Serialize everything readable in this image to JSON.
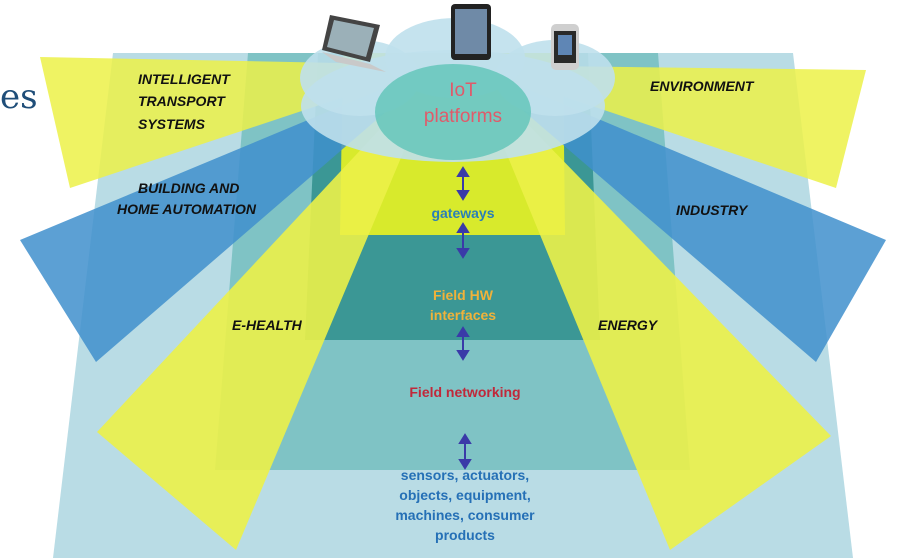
{
  "colors": {
    "yellow": "#ecf148",
    "blue": "#3f8fcc",
    "ring_outer": "#b9dce5",
    "ring_mid": "#7fc3c5",
    "ring_inner": "#2f8f8c",
    "ring_core": "#d8ea2c",
    "cloud": "#bfe0ec",
    "arrow": "#3a3aa8"
  },
  "title_fragment": "es",
  "cloud": {
    "label_line1": "IoT",
    "label_line2": "platforms",
    "devices": [
      "laptop-icon",
      "tablet-icon",
      "smartphone-icon"
    ]
  },
  "sectors": {
    "transport": [
      "INTELLIGENT",
      "TRANSPORT",
      "SYSTEMS"
    ],
    "building": [
      "BUILDING AND",
      "HOME AUTOMATION"
    ],
    "ehealth": "E-HEALTH",
    "environment": "ENVIRONMENT",
    "industry": "INDUSTRY",
    "energy": "ENERGY"
  },
  "layers": {
    "gateways": "gateways",
    "field_hw": [
      "Field HW",
      "interfaces"
    ],
    "field_networking": "Field networking",
    "sensors": [
      "sensors, actuators,",
      "objects, equipment,",
      "machines, consumer",
      "products"
    ]
  }
}
